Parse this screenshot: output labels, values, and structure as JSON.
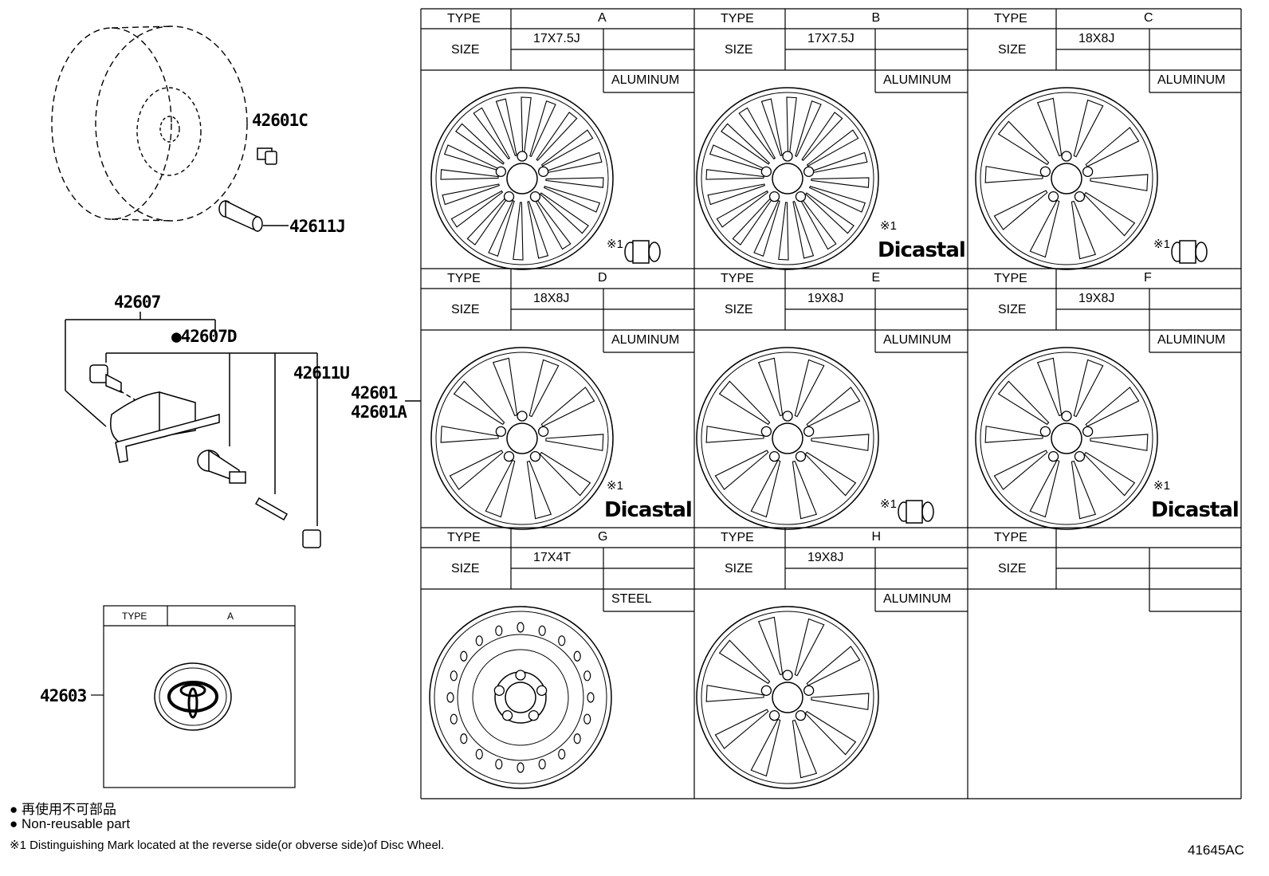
{
  "parts": {
    "p42601C": "42601C",
    "p42611J": "42611J",
    "p42607": "42607",
    "p42607D": "●42607D",
    "p42611U": "42611U",
    "p42601": "42601",
    "p42601A": "42601A",
    "p42603": "42603"
  },
  "labels": {
    "type": "TYPE",
    "size": "SIZE"
  },
  "wheels": [
    {
      "type": "A",
      "size": "17X7.5J",
      "material": "ALUMINUM",
      "mark": "※1"
    },
    {
      "type": "B",
      "size": "17X7.5J",
      "material": "ALUMINUM",
      "mark": "※1",
      "brand": "Dicastal"
    },
    {
      "type": "C",
      "size": "18X8J",
      "material": "ALUMINUM",
      "mark": "※1"
    },
    {
      "type": "D",
      "size": "18X8J",
      "material": "ALUMINUM",
      "mark": "※1",
      "brand": "Dicastal"
    },
    {
      "type": "E",
      "size": "19X8J",
      "material": "ALUMINUM",
      "mark": "※1"
    },
    {
      "type": "F",
      "size": "19X8J",
      "material": "ALUMINUM",
      "mark": "※1",
      "brand": "Dicastal"
    },
    {
      "type": "G",
      "size": "17X4T",
      "material": "STEEL"
    },
    {
      "type": "H",
      "size": "19X8J",
      "material": "ALUMINUM"
    },
    {
      "type": "",
      "size": "",
      "material": ""
    }
  ],
  "cap_table": {
    "type_label": "TYPE",
    "type_value": "A"
  },
  "legend": {
    "jp": "● 再使用不可部品",
    "en": "● Non-reusable part",
    "footnote": "※1 Distinguishing Mark located at the reverse side(or obverse side)of Disc Wheel."
  },
  "diagram_id": "41645AC"
}
